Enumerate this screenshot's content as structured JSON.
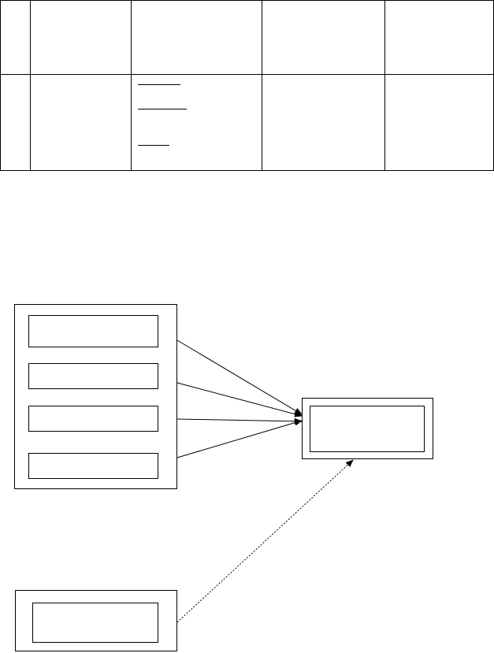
{
  "colors": {
    "background": "#ffffff",
    "stroke": "#000000"
  },
  "table": {
    "rows": 2,
    "columns": 5,
    "cells": [
      [
        "",
        "",
        "",
        "",
        ""
      ],
      [
        "",
        "",
        "",
        "",
        ""
      ]
    ]
  },
  "diagram": {
    "source_group": {
      "inner_boxes": 4
    },
    "target_box": {
      "inner_boxes": 1
    },
    "lower_box": {
      "inner_boxes": 1
    },
    "connections": [
      {
        "from": "source-box-1",
        "to": "target-box",
        "style": "solid"
      },
      {
        "from": "source-box-2",
        "to": "target-box",
        "style": "solid"
      },
      {
        "from": "source-box-3",
        "to": "target-box",
        "style": "solid"
      },
      {
        "from": "source-box-4",
        "to": "target-box",
        "style": "solid"
      },
      {
        "from": "lower-box",
        "to": "target-box",
        "style": "dotted"
      }
    ]
  }
}
